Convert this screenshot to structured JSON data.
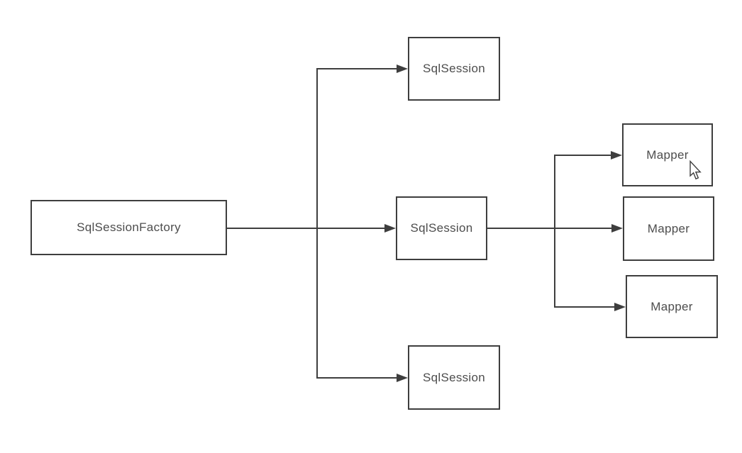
{
  "diagram": {
    "nodes": [
      {
        "id": "sqlsessionfactory",
        "label": "SqlSessionFactory"
      },
      {
        "id": "sqlsession-top",
        "label": "SqlSession"
      },
      {
        "id": "sqlsession-middle",
        "label": "SqlSession"
      },
      {
        "id": "sqlsession-bottom",
        "label": "SqlSession"
      },
      {
        "id": "mapper-top",
        "label": "Mapper"
      },
      {
        "id": "mapper-middle",
        "label": "Mapper"
      },
      {
        "id": "mapper-bottom",
        "label": "Mapper"
      }
    ],
    "edges": [
      {
        "from": "sqlsessionfactory",
        "to": "sqlsession-top"
      },
      {
        "from": "sqlsessionfactory",
        "to": "sqlsession-middle"
      },
      {
        "from": "sqlsessionfactory",
        "to": "sqlsession-bottom"
      },
      {
        "from": "sqlsession-middle",
        "to": "mapper-top"
      },
      {
        "from": "sqlsession-middle",
        "to": "mapper-middle"
      },
      {
        "from": "sqlsession-middle",
        "to": "mapper-bottom"
      }
    ],
    "colors": {
      "background": "#ffffff",
      "stroke": "#3e3e3e",
      "text": "#4d4d4d"
    },
    "cursor": {
      "type": "arrow-pointer"
    }
  }
}
